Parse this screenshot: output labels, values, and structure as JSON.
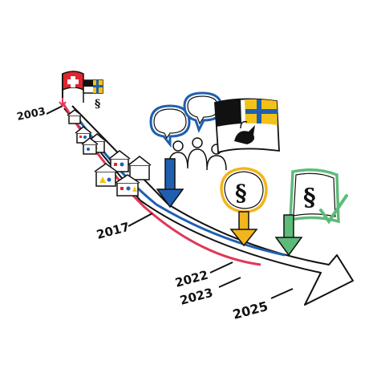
{
  "timeline": {
    "years": [
      "2003",
      "2017",
      "2022",
      "2023",
      "2025"
    ]
  },
  "colors": {
    "ink": "#111111",
    "red": "#e0385a",
    "blue": "#1f5fb0",
    "yellow": "#f2b51c",
    "green": "#5dbb7a",
    "swiss_red": "#e0262e",
    "graubuenden_yellow": "#f2c21a"
  },
  "icons": {
    "start_flags": [
      "swiss-flag-icon",
      "graubuenden-flag-icon",
      "paragraph-icon"
    ],
    "villages": "village-houses-icon",
    "participation": [
      "speech-bubble-icon",
      "people-icon",
      "graubuenden-flag-icon"
    ],
    "law_draft": "paragraph-icon",
    "law_approved": [
      "paragraph-icon",
      "checkmark-icon"
    ]
  }
}
